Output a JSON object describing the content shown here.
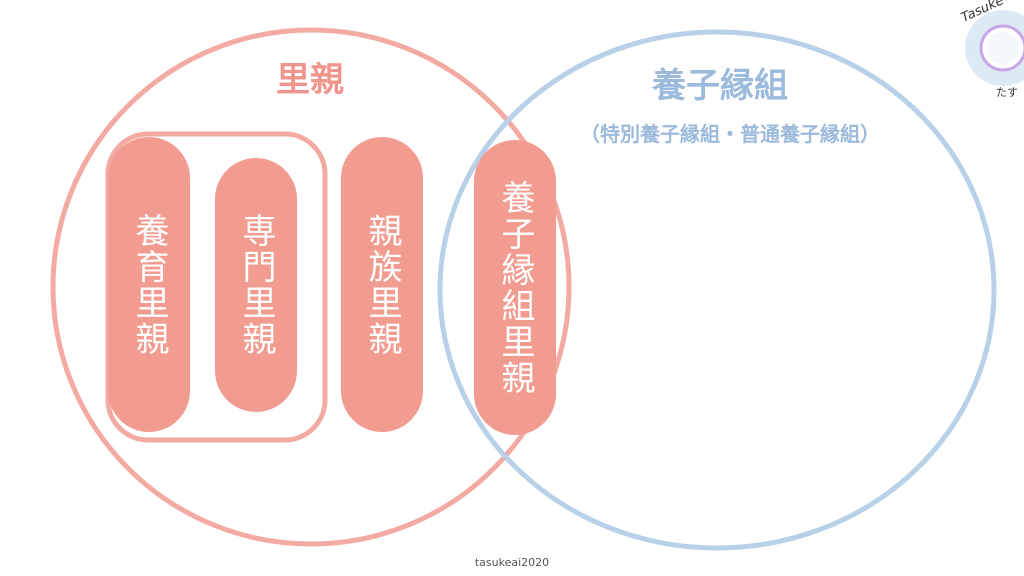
{
  "left_set": {
    "title": "里親",
    "color": "#f0a09a"
  },
  "right_set": {
    "title": "養子縁組",
    "subtitle": "（特別養子縁組・普通養子縁組）",
    "color": "#b8d0e8"
  },
  "items": [
    {
      "label": "養育里親"
    },
    {
      "label": "専門里親"
    },
    {
      "label": "親族里親"
    },
    {
      "label": "養子縁組里親"
    }
  ],
  "pill_color": "#f29c91",
  "logo": {
    "text_top": "Tasuke",
    "text_bottom": "たす"
  },
  "footer": "tasukeai2020"
}
